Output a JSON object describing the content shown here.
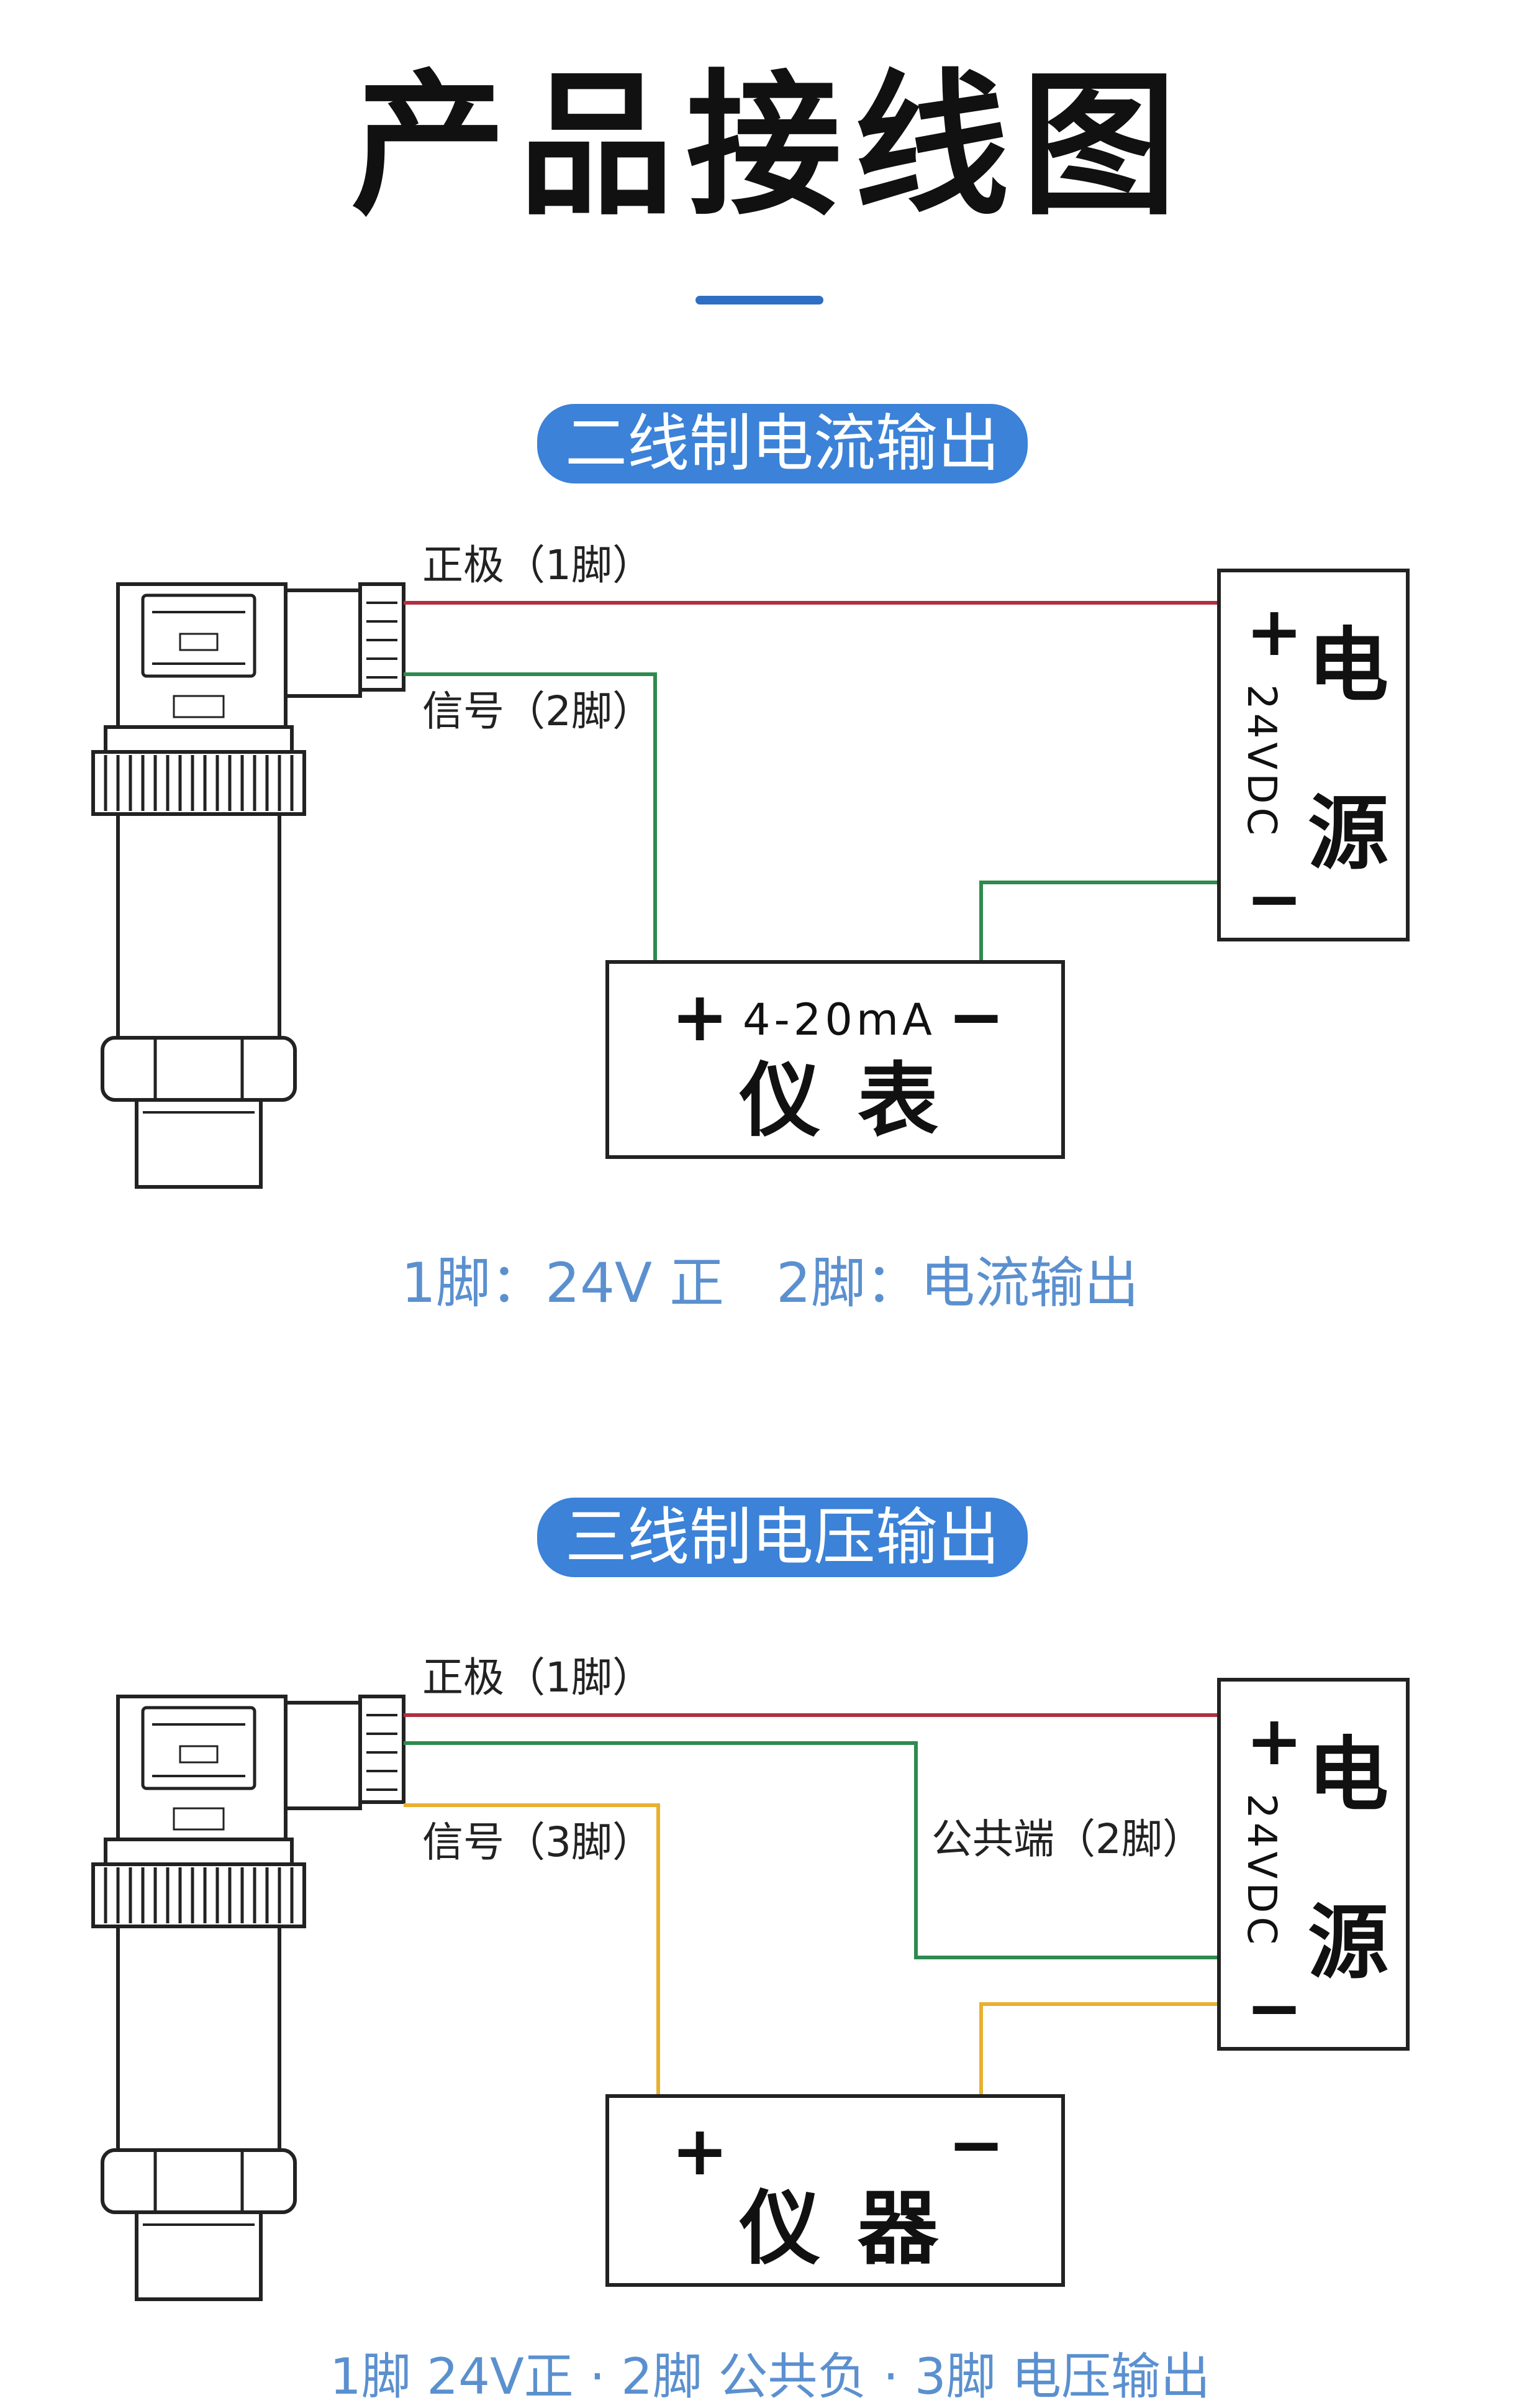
{
  "title": "产品接线图",
  "colors": {
    "accent": "#3b82d8",
    "wire_positive": "#b03040",
    "wire_signal_green": "#2e8a4e",
    "wire_signal_yellow": "#e8b030",
    "caption": "#5b90cf"
  },
  "sections": [
    {
      "heading": "二线制电流输出",
      "wire_labels": [
        "正极（1脚）",
        "信号（2脚）"
      ],
      "meter": {
        "plus": "+",
        "range": "4-20mA",
        "minus": "−",
        "name": "仪表"
      },
      "power": {
        "plus": "+",
        "voltage": "24VDC",
        "minus": "−",
        "name_top": "电",
        "name_bottom": "源"
      },
      "caption": "1脚：24V 正   2脚：电流输出"
    },
    {
      "heading": "三线制电压输出",
      "wire_labels": [
        "正极（1脚）",
        "信号（3脚）",
        "公共端（2脚）"
      ],
      "meter": {
        "plus": "+",
        "minus": "−",
        "name": "仪器"
      },
      "power": {
        "plus": "+",
        "voltage": "24VDC",
        "minus": "−",
        "name_top": "电",
        "name_bottom": "源"
      },
      "caption": "1脚 24V正 · 2脚 公共负 · 3脚 电压输出"
    }
  ]
}
